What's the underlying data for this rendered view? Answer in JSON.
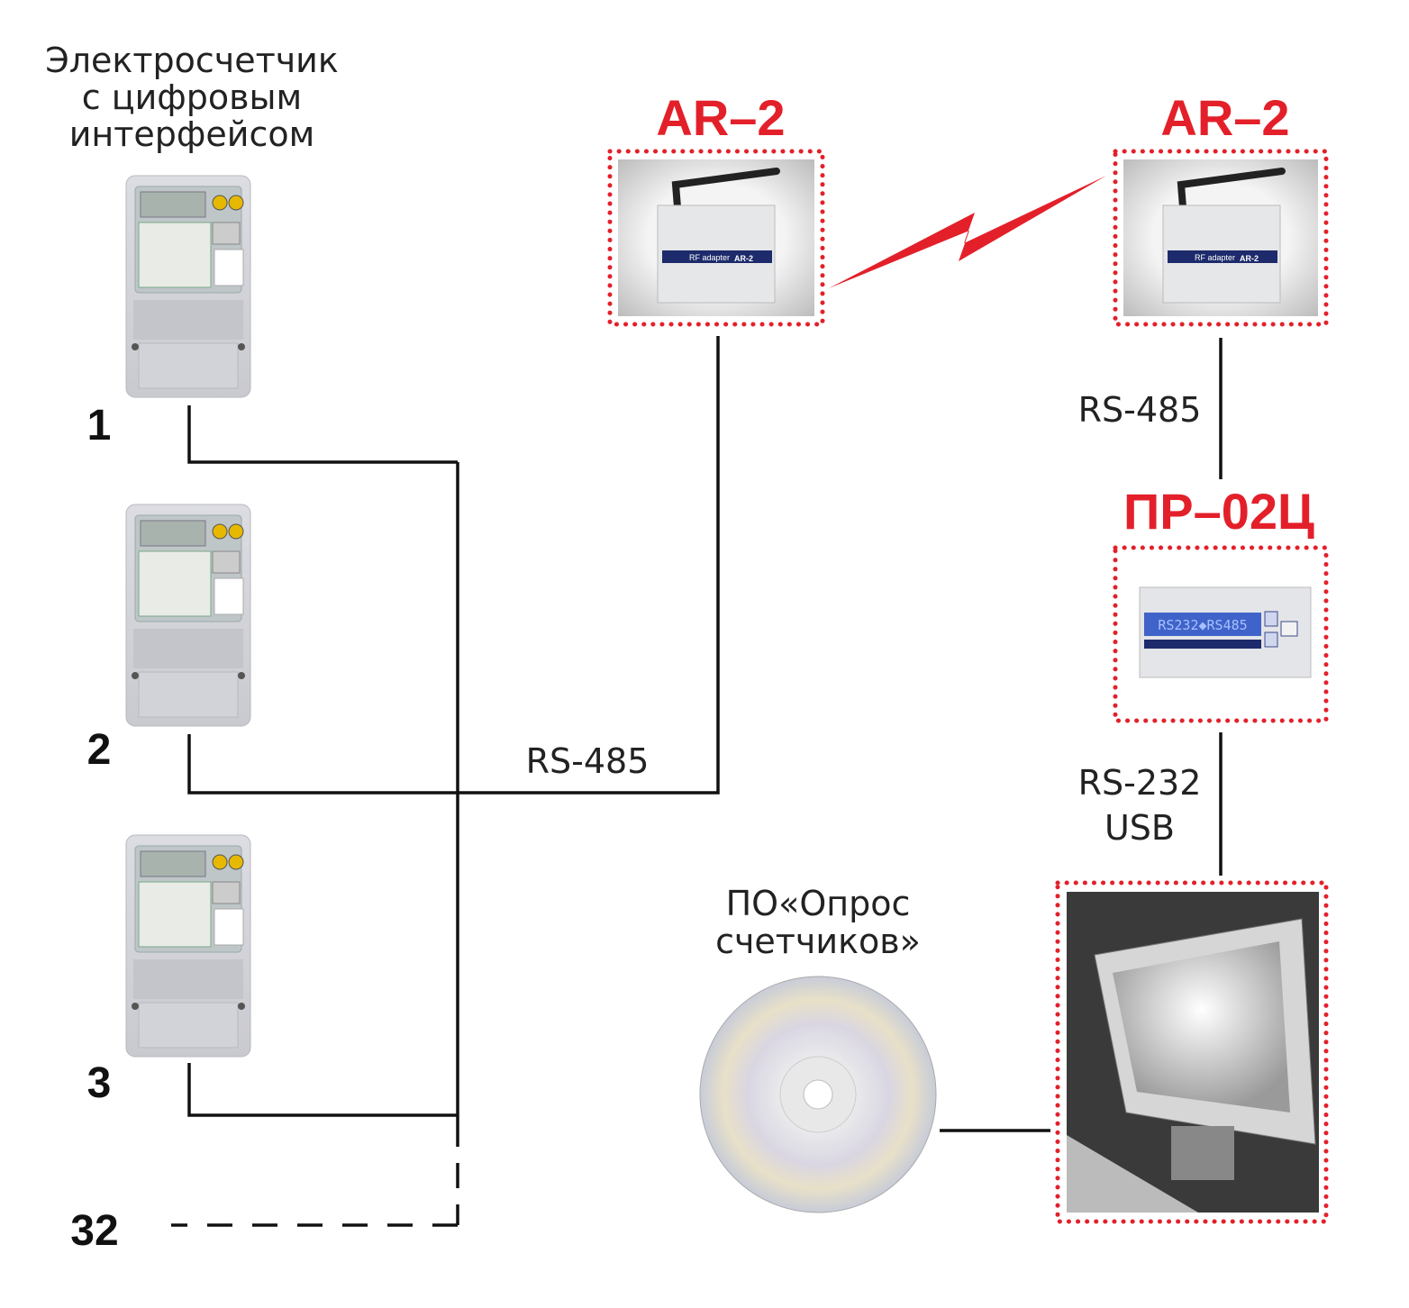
{
  "meter_title": [
    "Электросчетчик",
    "с цифровым",
    "интерфейсом"
  ],
  "meters": [
    {
      "number": "1"
    },
    {
      "number": "2"
    },
    {
      "number": "3"
    },
    {
      "number": "32"
    }
  ],
  "bus_label": "RS-485",
  "adapters": [
    {
      "title": "AR–2",
      "panel_text": "RF adapter",
      "model": "AR-2"
    },
    {
      "title": "AR–2",
      "panel_text": "RF adapter",
      "model": "AR-2"
    }
  ],
  "link_ar_converter": "RS-485",
  "converter": {
    "title": "ПР–02Ц",
    "display": "RS232◆RS485"
  },
  "link_converter_pc": [
    "RS-232",
    "USB"
  ],
  "software": [
    "ПО«Опрос",
    "счетчиков»"
  ],
  "colors": {
    "accent": "#e3202a",
    "wire": "#111111"
  }
}
